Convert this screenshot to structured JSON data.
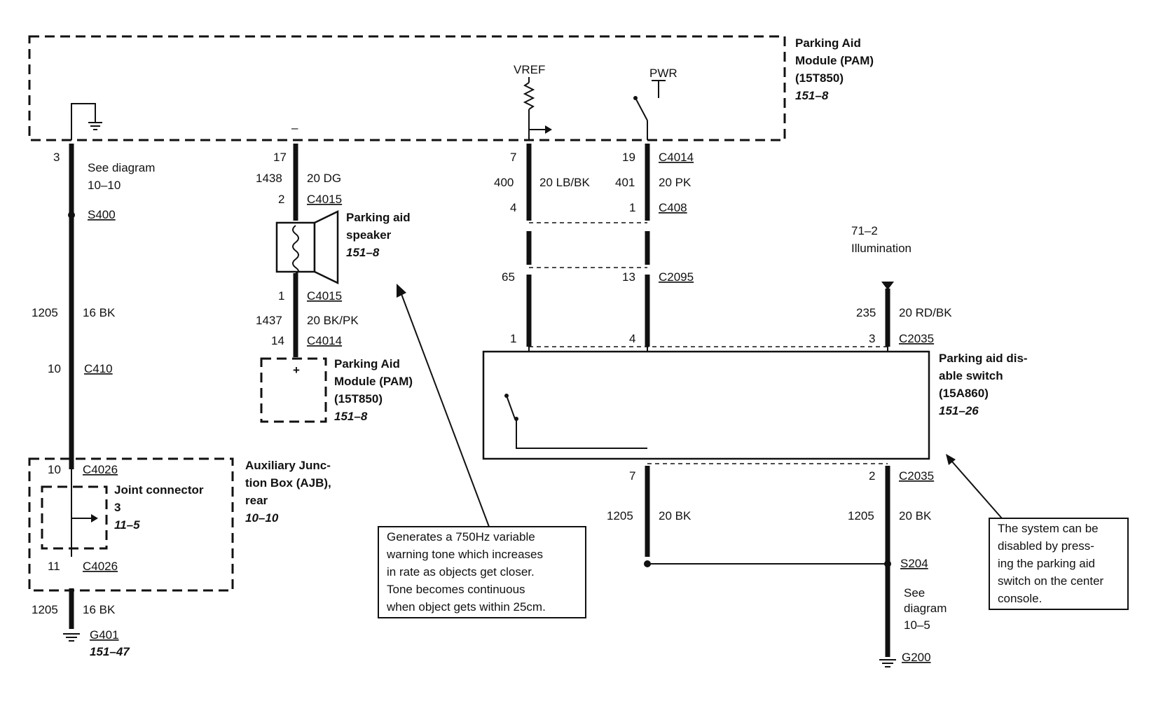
{
  "modules": {
    "pam_top": {
      "name": "Parking Aid",
      "name2": "Module (PAM)",
      "part": "(15T850)",
      "ref": "151–8"
    },
    "pam_small": {
      "name": "Parking Aid",
      "name2": "Module (PAM)",
      "part": "(15T850)",
      "ref": "151–8",
      "terminal": "+"
    },
    "speaker": {
      "name": "Parking aid",
      "name2": "speaker",
      "ref": "151–8",
      "terminal": "–"
    },
    "ajb": {
      "name": "Auxiliary Junc-",
      "name2": "tion Box (AJB),",
      "name3": "rear",
      "ref": "10–10"
    },
    "joint": {
      "name": "Joint connector",
      "num": "3",
      "ref": "11–5"
    },
    "switch": {
      "name": "Parking aid dis-",
      "name2": "able switch",
      "part": "(15A860)",
      "ref": "151–26"
    }
  },
  "signals": {
    "vref": "VREF",
    "pwr": "PWR"
  },
  "illumination": {
    "ref": "71–2",
    "label": "Illumination"
  },
  "col1": {
    "pin_top": "3",
    "see1": "See diagram",
    "see2": "10–10",
    "splice": "S400",
    "circuit": "1205",
    "wire": "16 BK",
    "c410_pin": "10",
    "c410": "C410",
    "c4026_pin_a": "10",
    "c4026_a": "C4026",
    "c4026_pin_b": "11",
    "c4026_b": "C4026",
    "circuit_b": "1205",
    "wire_b": "16 BK",
    "ground": "G401",
    "ground_ref": "151–47"
  },
  "col2": {
    "pin_top": "17",
    "circuit": "1438",
    "wire": "20 DG",
    "c4015_pin_a": "2",
    "c4015_a": "C4015",
    "c4015_pin_b": "1",
    "c4015_b": "C4015",
    "circuit_b": "1437",
    "wire_b": "20 BK/PK",
    "c4014_pin": "14",
    "c4014": "C4014"
  },
  "col3": {
    "pin_top": "7",
    "circuit": "400",
    "wire": "20 LB/BK",
    "c408_pin": "4",
    "c2095_pin": "65",
    "c2035_pin": "1"
  },
  "col4": {
    "c4014_pin": "19",
    "c4014": "C4014",
    "circuit": "401",
    "wire": "20 PK",
    "c408_pin": "1",
    "c408": "C408",
    "c2095_pin": "13",
    "c2095": "C2095",
    "c2035_pin": "4",
    "c2035_pin_b": "7",
    "circuit_b": "1205",
    "wire_b": "20 BK"
  },
  "col5": {
    "circuit": "235",
    "wire": "20 RD/BK",
    "c2035_pin": "3",
    "c2035": "C2035",
    "c2035_pin_b": "2",
    "c2035_b": "C2035",
    "circuit_b": "1205",
    "wire_b": "20 BK",
    "splice": "S204",
    "see1": "See",
    "see2": "diagram",
    "see3": "10–5",
    "ground": "G200"
  },
  "notes": {
    "tone": [
      "Generates a 750Hz variable",
      "warning tone which increases",
      "in rate as objects get closer.",
      "Tone becomes continuous",
      "when object gets within 25cm."
    ],
    "system": [
      "The system can be",
      "disabled by press-",
      "ing the parking aid",
      "switch on the center",
      "console."
    ]
  }
}
